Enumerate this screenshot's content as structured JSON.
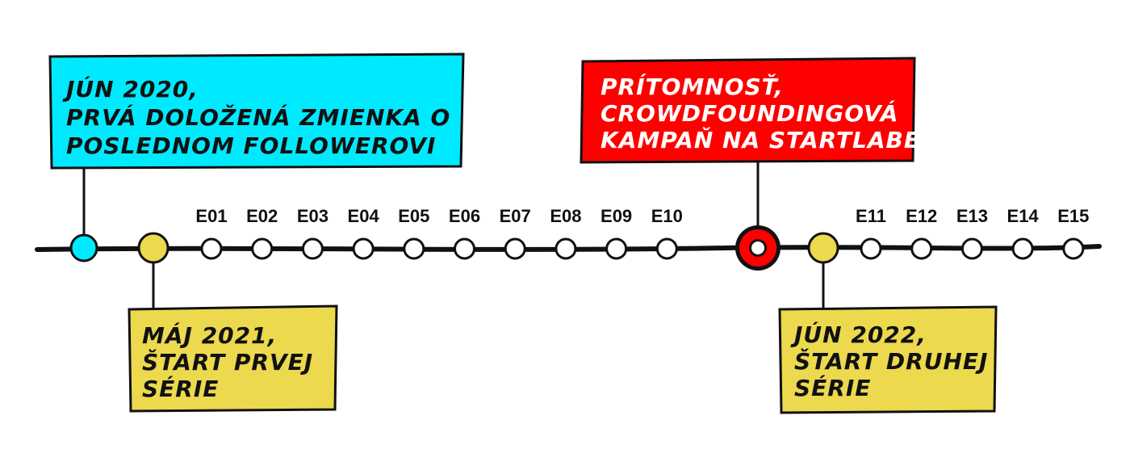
{
  "colors": {
    "line": "#111111",
    "episode_fill": "#ffffff",
    "cyan": "#00eaff",
    "yellow": "#ecd94d",
    "red": "#ff0000"
  },
  "episodes_season1": [
    "E01",
    "E02",
    "E03",
    "E04",
    "E05",
    "E06",
    "E07",
    "E08",
    "E09",
    "E10"
  ],
  "episodes_season2": [
    "E11",
    "E12",
    "E13",
    "E14",
    "E15"
  ],
  "callouts": {
    "first_mention": {
      "lines": [
        "Jún 2020,",
        "prvá doložená zmienka o",
        "poslednom followerovi"
      ]
    },
    "season1_start": {
      "lines": [
        "Máj 2021,",
        "štart prvej",
        "série"
      ]
    },
    "present": {
      "lines": [
        "Prítomnosť,",
        "crowdfoundingová",
        "kampaň na startlabe"
      ]
    },
    "season2_start": {
      "lines": [
        "Jún 2022,",
        "štart druhej",
        "série"
      ]
    }
  }
}
